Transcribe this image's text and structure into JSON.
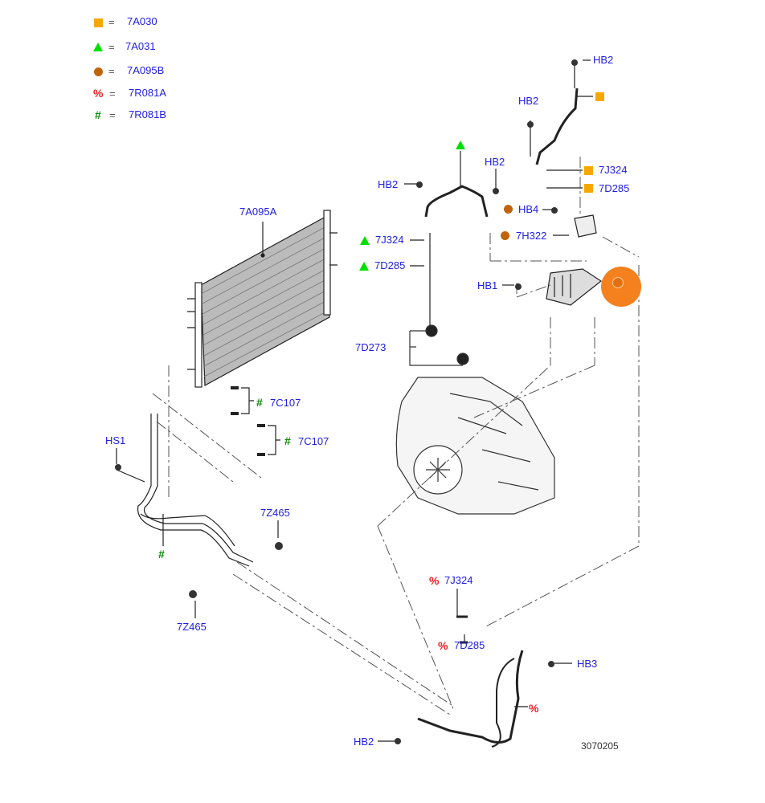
{
  "legend": [
    {
      "symbol": "square",
      "color": "#f5a800",
      "equals": "=",
      "code": "7A030"
    },
    {
      "symbol": "triangle",
      "color": "#00e000",
      "equals": "=",
      "code": "7A031"
    },
    {
      "symbol": "circle",
      "color": "#c0640a",
      "equals": "=",
      "code": "7A095B"
    },
    {
      "symbol": "%",
      "color": "#f02020",
      "equals": "=",
      "code": "7R081A"
    },
    {
      "symbol": "#",
      "color": "#0a8a0a",
      "equals": "=",
      "code": "7R081B"
    }
  ],
  "symbols": {
    "percent": "%",
    "hash": "#"
  },
  "labels": {
    "hb2_top": "HB2",
    "hb2_upper_mid": "HB2",
    "hb2_tri_right": "HB2",
    "hb2_tri_left": "HB2",
    "j324_sq": "7J324",
    "d285_sq": "7D285",
    "hb4": "HB4",
    "h322": "7H322",
    "j324_tri": "7J324",
    "d285_tri": "7D285",
    "hb1": "HB1",
    "a095a": "7A095A",
    "d273": "7D273",
    "c107_a": "7C107",
    "c107_b": "7C107",
    "hs1": "HS1",
    "z465_upper": "7Z465",
    "z465_lower": "7Z465",
    "j324_pct": "7J324",
    "d285_pct": "7D285",
    "hb3": "HB3",
    "hb2_bottom": "HB2"
  },
  "reference_number": "3070205"
}
